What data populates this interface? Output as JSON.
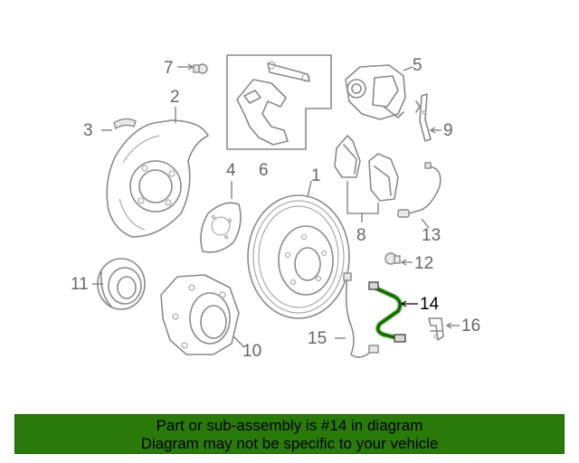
{
  "callouts": {
    "c1": "1",
    "c2": "2",
    "c3": "3",
    "c4": "4",
    "c5": "5",
    "c6": "6",
    "c7": "7",
    "c8": "8",
    "c9": "9",
    "c10": "10",
    "c11": "11",
    "c12": "12",
    "c13": "13",
    "c14": "14",
    "c15": "15",
    "c16": "16"
  },
  "highlight": {
    "part_number": "14",
    "color": "#2e9e0e"
  },
  "banner": {
    "line1": "Part or sub-assembly is #14 in diagram",
    "line2": "Diagram may not be specific to your vehicle",
    "background": "#2a7a0a"
  }
}
